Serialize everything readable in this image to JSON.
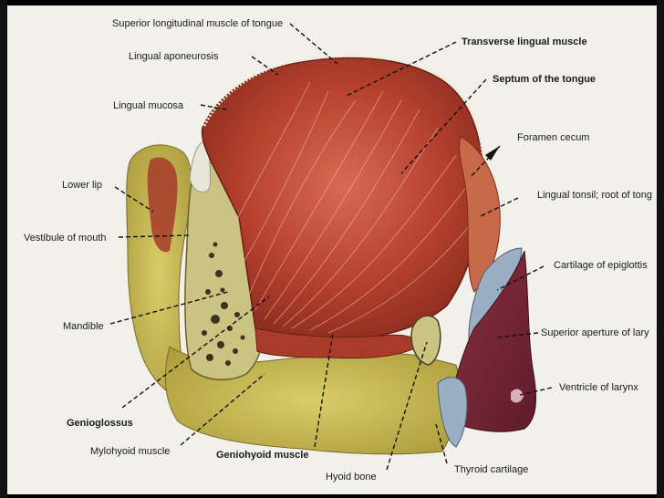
{
  "labels": {
    "superior_longitudinal": "Superior longitudinal muscle of tongue",
    "lingual_aponeurosis": "Lingual aponeurosis",
    "lingual_mucosa": "Lingual mucosa",
    "transverse_lingual": "Transverse lingual muscle",
    "septum": "Septum of the tongue",
    "foramen_cecum": "Foramen cecum",
    "lower_lip": "Lower lip",
    "lingual_tonsil": "Lingual tonsil; root of tong",
    "vestibule": "Vestibule of mouth",
    "cartilage_epiglottis": "Cartilage of epiglottis",
    "mandible": "Mandible",
    "superior_aperture": "Superior aperture of lary",
    "ventricle": "Ventricle of larynx",
    "genioglossus": "Genioglossus",
    "mylohyoid": "Mylohyoid muscle",
    "geniohyoid": "Geniohyoid muscle",
    "hyoid": "Hyoid bone",
    "thyroid": "Thyroid cartilage"
  },
  "colors": {
    "background": "#f1f0ea",
    "muscle": "#b6422f",
    "muscle_dark": "#7a2418",
    "bone": "#c9c07a",
    "fat": "#c6b64e",
    "cartilage": "#8ea6bd",
    "larynx": "#7d2a3a"
  }
}
